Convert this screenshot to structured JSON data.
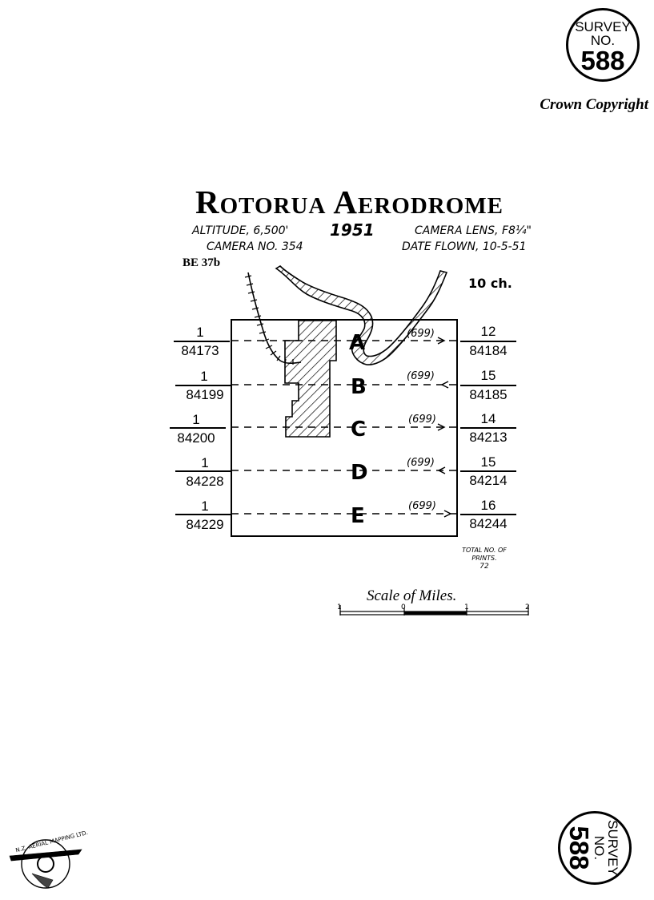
{
  "header": {
    "survey_label": "SURVEY",
    "no_label": "NO.",
    "survey_number": "588",
    "copyright": "Crown Copyright"
  },
  "title": {
    "main": "Rotorua Aerodrome",
    "year": "1951",
    "altitude": "ALTITUDE, 6,500'",
    "camera_no": "CAMERA NO. 354",
    "camera_lens": "CAMERA LENS, F8¼\"",
    "date_flown": "DATE FLOWN, 10-5-51"
  },
  "map": {
    "sheet_ref": "BE 37b",
    "scale_ch": "10 ch.",
    "strips": [
      {
        "letter": "A",
        "code": "(699)",
        "left_top": "1",
        "left_bottom": "84173",
        "right_top": "12",
        "right_bottom": "84184"
      },
      {
        "letter": "B",
        "code": "(699)",
        "left_top": "1",
        "left_bottom": "84199",
        "right_top": "15",
        "right_bottom": "84185"
      },
      {
        "letter": "C",
        "code": "(699)",
        "left_top": "1",
        "left_bottom": "84200",
        "right_top": "14",
        "right_bottom": "84213"
      },
      {
        "letter": "D",
        "code": "(699)",
        "left_top": "1",
        "left_bottom": "84228",
        "right_top": "15",
        "right_bottom": "84214"
      },
      {
        "letter": "E",
        "code": "(699)",
        "left_top": "1",
        "left_bottom": "84229",
        "right_top": "16",
        "right_bottom": "84244"
      }
    ],
    "total_prints_label_1": "TOTAL NO. OF",
    "total_prints_label_2": "PRINTS.",
    "total_prints": "72",
    "scale_title": "Scale of Miles.",
    "scale_ticks": [
      "1",
      "0",
      "1",
      "2"
    ]
  },
  "footer": {
    "logo_text": "N.Z. AERIAL MAPPING LTD.",
    "survey_label": "SURVEY",
    "no_label": "NO.",
    "survey_number": "588"
  }
}
